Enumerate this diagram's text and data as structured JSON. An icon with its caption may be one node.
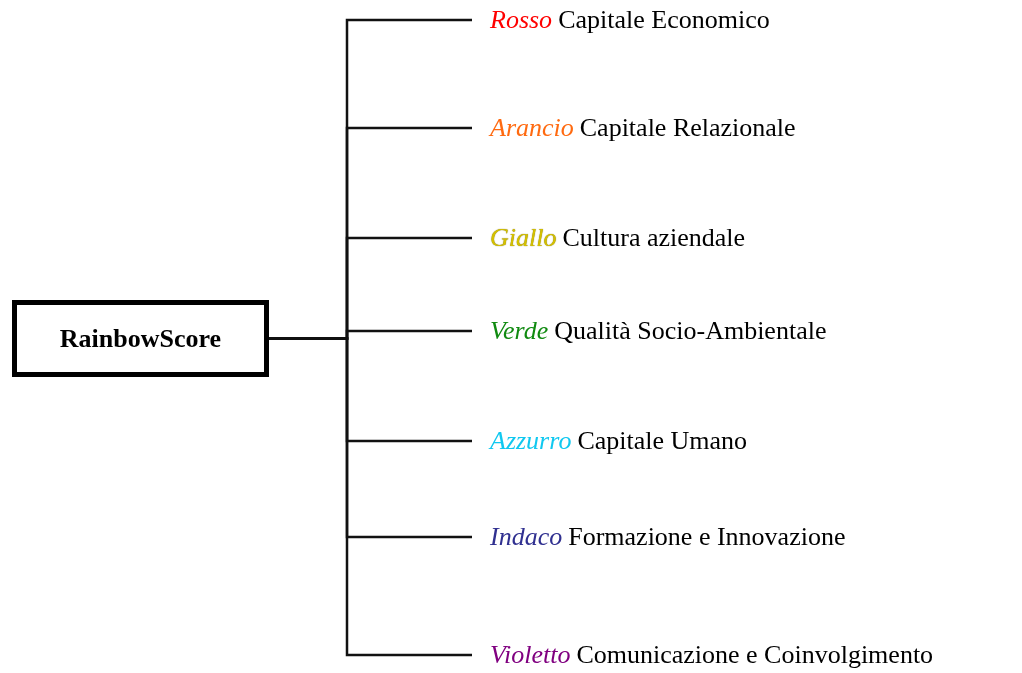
{
  "diagram": {
    "nodes": [
      {
        "text": [
          "RainbowScore"
        ]
      },
      {
        "text": [
          "Rosso",
          "Capitale Economico"
        ]
      },
      {
        "text": [
          "Arancio",
          "Capitale Relazionale"
        ]
      },
      {
        "text": [
          "Giallo",
          "Cultura aziendale"
        ]
      },
      {
        "text": [
          "Verde",
          "Qualità Socio-Ambientale"
        ]
      },
      {
        "text": [
          "Azzurro",
          "Capitale Umano"
        ]
      },
      {
        "text": [
          "Indaco",
          "Formazione e Innovazione"
        ]
      },
      {
        "text": [
          "Violetto",
          "Comunicazione e Coinvolgimento"
        ]
      }
    ],
    "edges": [
      {
        "from": 0,
        "to": 1,
        "arrow": "none"
      },
      {
        "from": 0,
        "to": 2,
        "arrow": "none"
      },
      {
        "from": 0,
        "to": 3,
        "arrow": "none"
      },
      {
        "from": 0,
        "to": 4,
        "arrow": "none"
      },
      {
        "from": 0,
        "to": 5,
        "arrow": "none"
      },
      {
        "from": 0,
        "to": 6,
        "arrow": "none"
      },
      {
        "from": 0,
        "to": 7,
        "arrow": "none"
      }
    ]
  }
}
